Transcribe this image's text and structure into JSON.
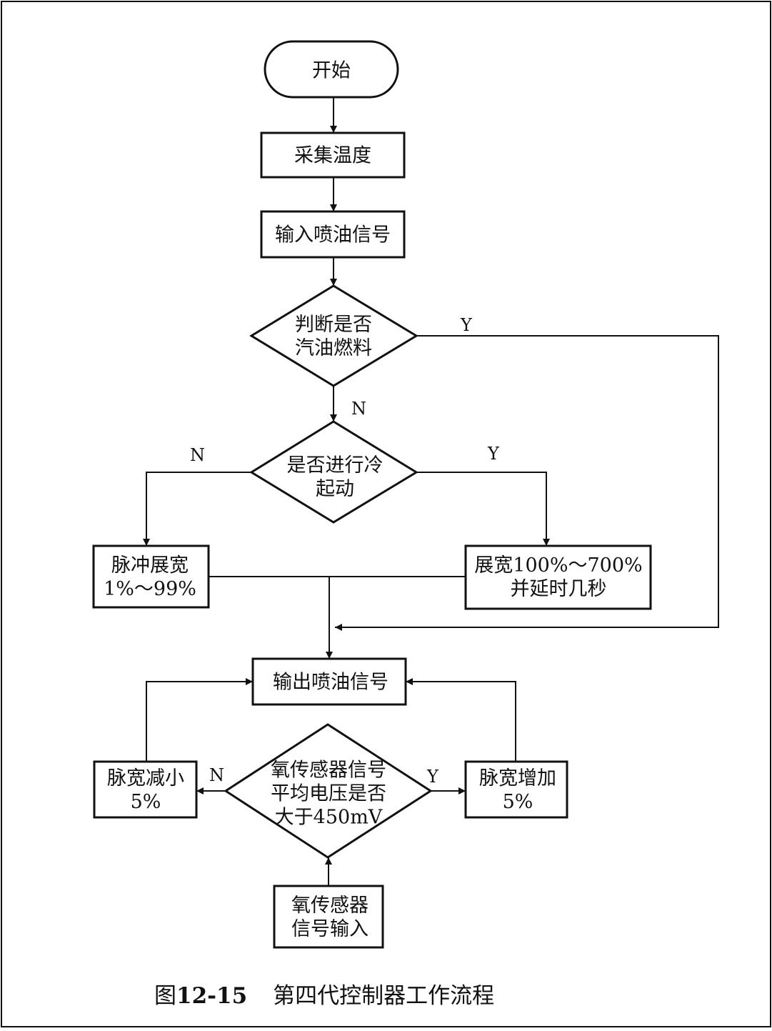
{
  "nodes": {
    "start": {
      "lines": [
        "开始"
      ]
    },
    "collect_temp": {
      "lines": [
        "采集温度"
      ]
    },
    "input_signal": {
      "lines": [
        "输入喷油信号"
      ]
    },
    "is_gasoline": {
      "lines": [
        "判断是否",
        "汽油燃料"
      ]
    },
    "cold_start": {
      "lines": [
        "是否进行冷",
        "起动"
      ]
    },
    "pulse_normal": {
      "lines": [
        "脉冲展宽",
        "1%～99%"
      ]
    },
    "pulse_extended": {
      "lines": [
        "展宽100%～700%",
        "并延时几秒"
      ]
    },
    "output_signal": {
      "lines": [
        "输出喷油信号"
      ]
    },
    "o2_decision": {
      "lines": [
        "氧传感器信号",
        "平均电压是否",
        "大于450mV"
      ]
    },
    "pulse_decrease": {
      "lines": [
        "脉宽减小",
        "5%"
      ]
    },
    "pulse_increase": {
      "lines": [
        "脉宽增加",
        "5%"
      ]
    },
    "o2_input": {
      "lines": [
        "氧传感器",
        "信号输入"
      ]
    }
  },
  "edge_labels": {
    "gasoline_yes": "Y",
    "gasoline_no": "N",
    "cold_no": "N",
    "cold_yes": "Y",
    "o2_no": "N",
    "o2_yes": "Y"
  },
  "caption": {
    "prefix": "图",
    "number": "12-15",
    "title": "第四代控制器工作流程"
  }
}
